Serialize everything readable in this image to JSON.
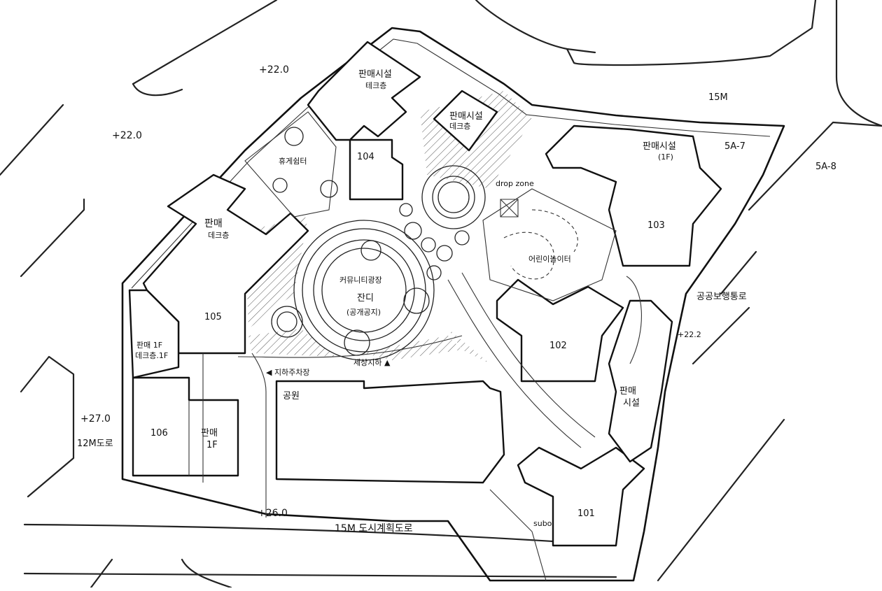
{
  "plan": {
    "elevations": [
      "+22.0",
      "+22.0",
      "+27.0",
      "+26.0",
      "+22.2"
    ],
    "road_widths": [
      "15M",
      "12M도로",
      "15M 도시계획도로"
    ],
    "neighbor_labels": [
      "5A-7",
      "5A-8"
    ],
    "buildings": {
      "b101": "101",
      "b102": "102",
      "b103": "103",
      "b104": "104",
      "b105": "105",
      "b106": "106"
    },
    "facilities": {
      "retail_top": "판매시설",
      "retail_top_sub": "테크층",
      "retail_mid": "판매시설",
      "retail_mid_sub": "데크층",
      "retail_103": "판매시설",
      "retail_103_sub": "(1F)",
      "retail_105": "판매",
      "retail_105_sub": "데크층",
      "retail_left": "판매 1F",
      "retail_left_sub": "데크층.1F",
      "retail_106": "판매",
      "retail_106_sub": "1F",
      "retail_east": "판매",
      "retail_east_sub": "시설",
      "community": "커뮤니티광장",
      "lawn": "잔디",
      "lawn_sub": "(공개공지)",
      "playground": "어린이놀이터",
      "garden_top": "휴게쉼터",
      "park": "공원",
      "parking_entry": "◀ 지하주차장",
      "car_entry": "세상지하 ▲",
      "drop_zone": "drop zone",
      "pedestrian": "공공보행통로",
      "sub": "subo"
    }
  }
}
